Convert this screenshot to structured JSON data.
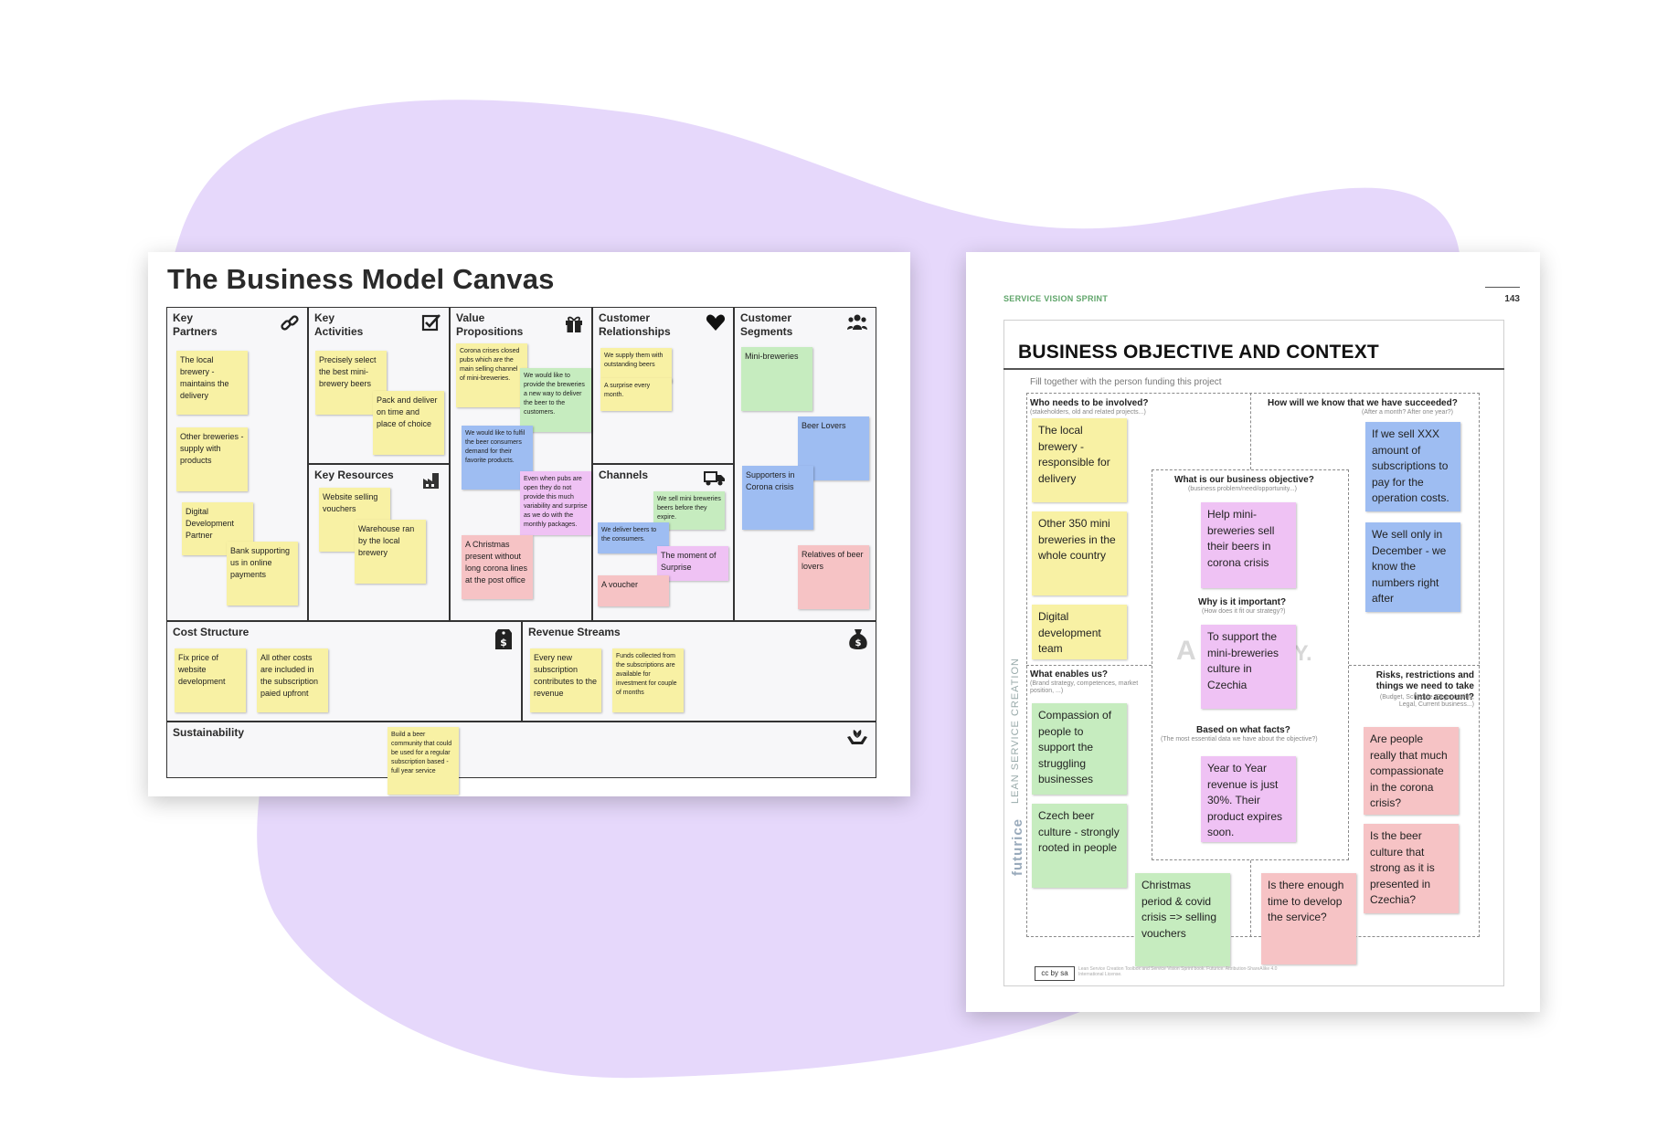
{
  "colors": {
    "background_blob": "#e6d8fb",
    "note_yellow": "#f8f1a4",
    "note_green": "#c6ecbf",
    "note_blue": "#9ebdf2",
    "note_pink": "#efc2f4",
    "note_red": "#f6c3c5"
  },
  "bmc": {
    "title": "The Business Model Canvas",
    "key_partners": {
      "label": "Key\nPartners",
      "icon": "link-icon",
      "notes": [
        "The local brewery - maintains the delivery",
        "Other breweries - supply with products",
        "Digital Development Partner",
        "Bank supporting us in online payments"
      ]
    },
    "key_activities": {
      "label": "Key\nActivities",
      "icon": "checkbox-icon",
      "notes": [
        "Precisely select the best mini-brewery beers",
        "Pack and deliver on time and place of choice"
      ]
    },
    "key_resources": {
      "label": "Key Resources",
      "icon": "factory-icon",
      "notes": [
        "Website selling vouchers",
        "Warehouse ran by the local brewery"
      ]
    },
    "value_propositions": {
      "label": "Value\nPropositions",
      "icon": "gift-icon",
      "notes": [
        "Corona crises closed pubs which are the main selling channel of mini-breweries.",
        "We would like to provide the breweries a new way to deliver the beer to the customers.",
        "We would like to fulfil the beer consumers demand for their favorite products.",
        "Even when pubs are open they do not provide this much variability and surprise as we do with the monthly packages.",
        "A Christmas present without long corona lines at the post office"
      ]
    },
    "customer_relationships": {
      "label": "Customer\nRelationships",
      "icon": "heart-icon",
      "notes": [
        "We supply them with outstanding beers",
        "A surprise every month."
      ]
    },
    "channels": {
      "label": "Channels",
      "icon": "truck-icon",
      "notes": [
        "We sell mini breweries beers before they expire.",
        "We deliver beers to the consumers.",
        "The moment of Surprise",
        "A voucher"
      ]
    },
    "customer_segments": {
      "label": "Customer\nSegments",
      "icon": "group-icon",
      "notes": [
        "Mini-breweries",
        "Beer Lovers",
        "Supporters in Corona crisis",
        "Relatives of beer lovers"
      ]
    },
    "cost_structure": {
      "label": "Cost Structure",
      "icon": "price-tag-icon",
      "notes": [
        "Fix price of website development",
        "All other costs are included in the subscription paied upfront"
      ]
    },
    "revenue_streams": {
      "label": "Revenue Streams",
      "icon": "money-bag-icon",
      "notes": [
        "Every new subscription contributes to the revenue",
        "Funds collected from the subscriptions are available for investment for couple of months"
      ]
    },
    "sustainability": {
      "label": "Sustainability",
      "icon": "plant-hands-icon",
      "notes": [
        "Build a beer community that could be used for a regular subscription based - full year service"
      ]
    }
  },
  "boc": {
    "header_left": "SERVICE VISION SPRINT",
    "page_number": "143",
    "title": "BUSINESS OBJECTIVE AND CONTEXT",
    "subtitle": "Fill together with the person funding this project",
    "who": {
      "q": "Who needs to be involved?",
      "sub": "(stakeholders, old and related projects...)",
      "notes": [
        "The local brewery - responsible for delivery",
        "Other 350 mini breweries in the whole country",
        "Digital development team"
      ]
    },
    "how": {
      "q": "How will we know that we have succeeded?",
      "sub": "(After a month? After one year?)",
      "notes": [
        "If we sell XXX amount of subscriptions to pay for the operation costs.",
        "We sell only in December - we know the numbers right after"
      ]
    },
    "objective": {
      "q": "What is our business objective?",
      "sub": "(business problem/need/opportunity...)",
      "note": "Help mini-breweries sell their beers in corona crisis"
    },
    "why": {
      "q": "Why is it important?",
      "sub": "(How does it fit our strategy?)",
      "note": "To support the mini-breweries culture in Czechia"
    },
    "facts": {
      "q": "Based on what facts?",
      "sub": "(The most essential data we have about the objective?)",
      "note": "Year to Year revenue is just 30%. Their product expires soon."
    },
    "enables": {
      "q": "What enables us?",
      "sub": "(Brand strategy, competences, market position, ...)",
      "notes": [
        "Compassion of people to support the struggling businesses",
        "Czech beer culture - strongly rooted in people",
        "Christmas period & covid crisis => selling vouchers"
      ]
    },
    "risks": {
      "q": "Risks, restrictions and things we need to take into account?",
      "sub": "(Budget, Schedule, Organization, Legal, Current business...)",
      "notes": [
        "Are people really that much compassionate in the corona crisis?",
        "Is the beer culture that strong as it is presented in Czechia?",
        "Is there enough time to develop the service?"
      ]
    },
    "side_label_1": "LEAN SERVICE CREATION",
    "side_label_2": "futurice",
    "footer_cc": "cc by sa",
    "footer_text": "Lean Service Creation Toolbox and Service Vision Sprint book. Futurice. Attribution-ShareAlike 4.0 International License."
  }
}
